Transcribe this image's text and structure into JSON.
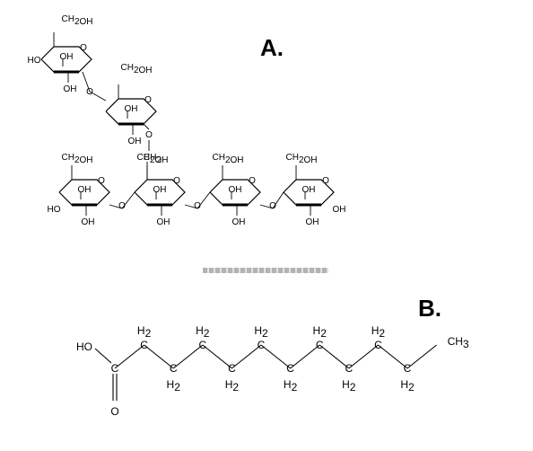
{
  "labels": {
    "a": "A.",
    "b": "B."
  },
  "structure_a": {
    "ch2oh": "CH2OH",
    "oh": "OH",
    "ho": "HO",
    "o": "O",
    "ch2": "CH2"
  },
  "structure_b": {
    "ho": "HO",
    "c": "C",
    "h2": "H2",
    "o": "O",
    "ch3": "CH3"
  }
}
